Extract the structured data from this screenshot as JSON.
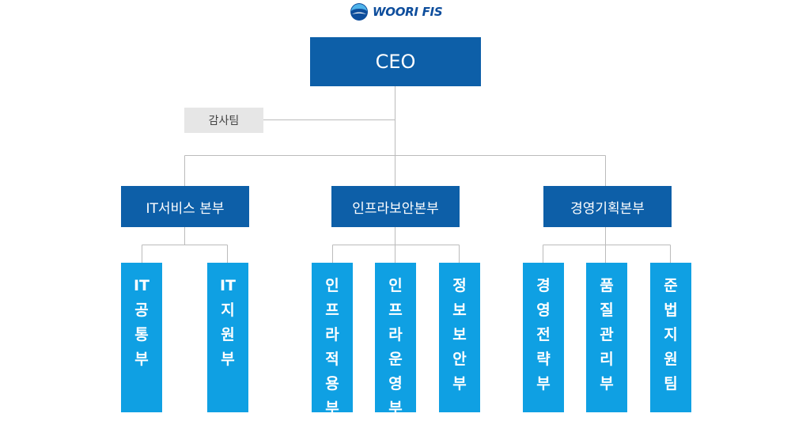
{
  "logo": {
    "text": "WOORI FIS"
  },
  "ceo": {
    "label": "CEO"
  },
  "audit": {
    "label": "감사팀"
  },
  "divisions": [
    {
      "label": "IT서비스 본부",
      "departments": [
        "IT공통부",
        "IT지원부"
      ]
    },
    {
      "label": "인프라보안본부",
      "departments": [
        "인프라적용부",
        "인프라운영부",
        "정보보안부"
      ]
    },
    {
      "label": "경영기획본부",
      "departments": [
        "경영전략부",
        "품질관리부",
        "준법지원팀"
      ]
    }
  ],
  "department_chars": [
    [
      "IT",
      "공",
      "통",
      "부"
    ],
    [
      "IT",
      "지",
      "원",
      "부"
    ],
    [
      "인",
      "프",
      "라",
      "적",
      "용",
      "부"
    ],
    [
      "인",
      "프",
      "라",
      "운",
      "영",
      "부"
    ],
    [
      "정",
      "보",
      "보",
      "안",
      "부"
    ],
    [
      "경",
      "영",
      "전",
      "략",
      "부"
    ],
    [
      "품",
      "질",
      "관",
      "리",
      "부"
    ],
    [
      "준",
      "법",
      "지",
      "원",
      "팀"
    ]
  ],
  "colors": {
    "primary": "#0d5fa8",
    "department": "#0fa0e3",
    "audit_bg": "#e6e6e6",
    "line": "#bbbbbb",
    "logo": "#0d4d9c"
  }
}
